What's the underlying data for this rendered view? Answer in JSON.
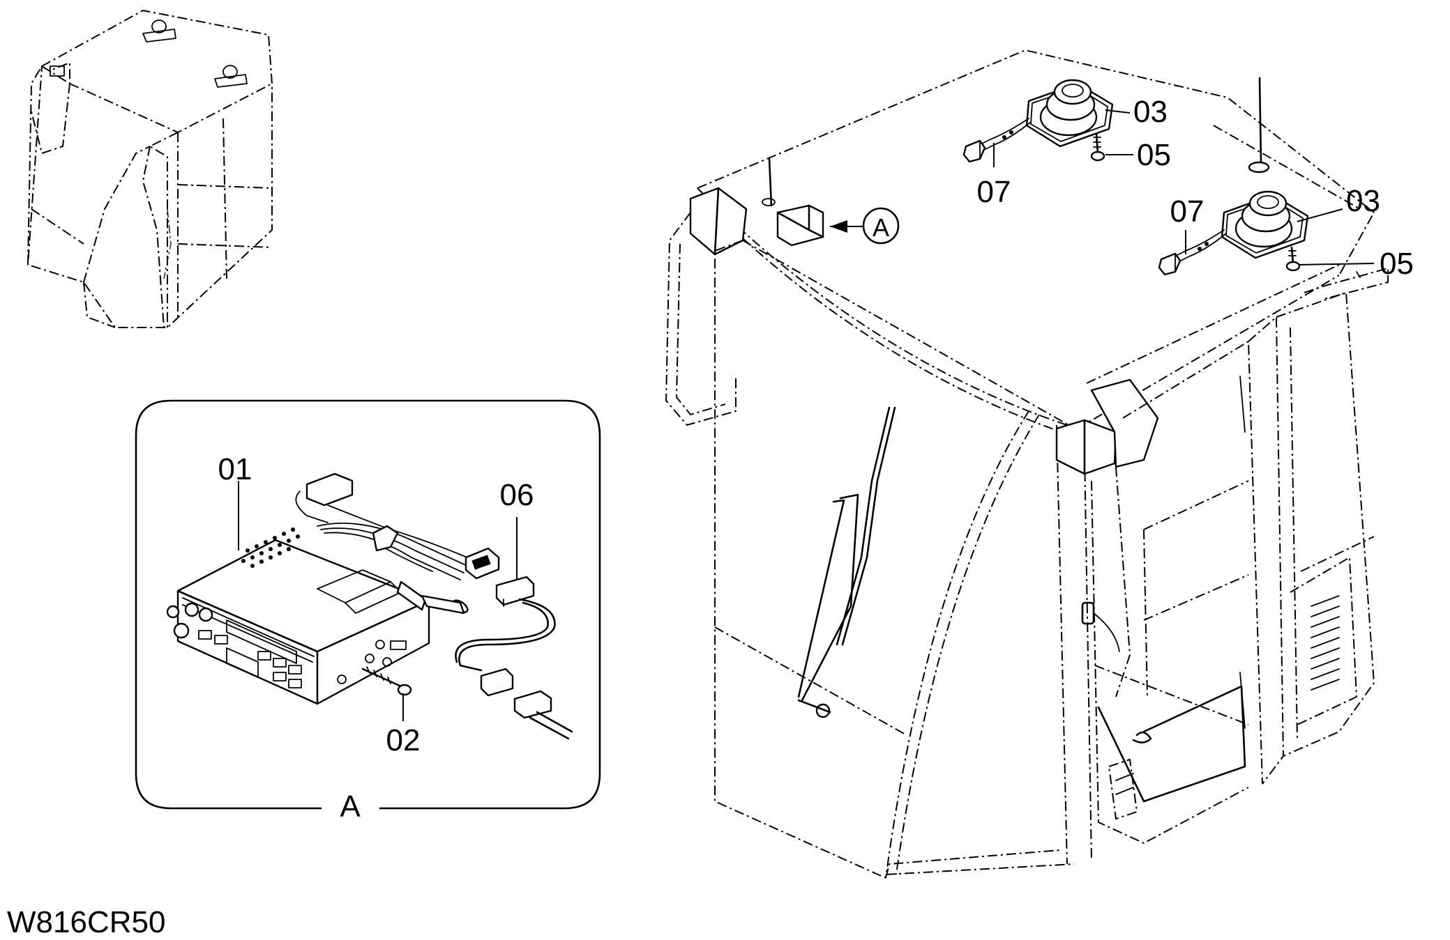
{
  "diagram_code": "W816CR50",
  "detail": {
    "frame_label": "A",
    "callout_label": "A",
    "parts": {
      "p01": "01",
      "p02": "02",
      "p06": "06"
    }
  },
  "cab": {
    "parts": {
      "p03_left": "03",
      "p05_left": "05",
      "p07_left": "07",
      "p03_right": "03",
      "p05_right": "05",
      "p07_right": "07"
    }
  }
}
